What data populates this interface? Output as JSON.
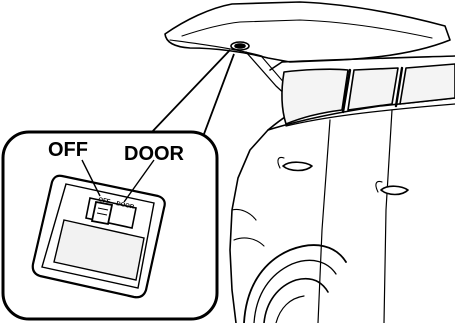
{
  "callout": {
    "label_off": "OFF",
    "label_door": "DOOR",
    "switch_text_off": "OFF",
    "switch_text_door": "DOOR"
  },
  "colors": {
    "line": "#000000",
    "fill": "#ffffff",
    "glass": "#f2f2f2"
  },
  "icons": [
    "car-illustration",
    "cargo-lamp-switch"
  ]
}
